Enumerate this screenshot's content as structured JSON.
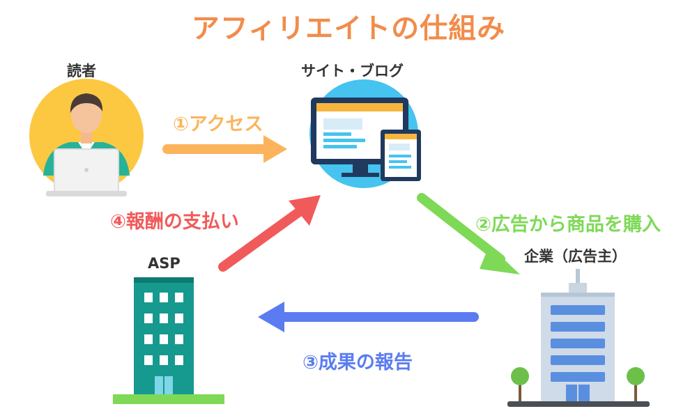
{
  "title": "アフィリエイトの仕組み",
  "nodes": {
    "reader": {
      "label": "読者"
    },
    "site": {
      "label": "サイト・ブログ"
    },
    "company": {
      "label": "企業（広告主）"
    },
    "asp": {
      "label": "ASP"
    }
  },
  "steps": {
    "access": {
      "label": "①アクセス",
      "color": "#fbb45c"
    },
    "purchase": {
      "label": "②広告から商品を購入",
      "color": "#7ed957"
    },
    "report": {
      "label": "③成果の報告",
      "color": "#5b7cf0"
    },
    "payment": {
      "label": "④報酬の支払い",
      "color": "#f15a5a"
    }
  }
}
